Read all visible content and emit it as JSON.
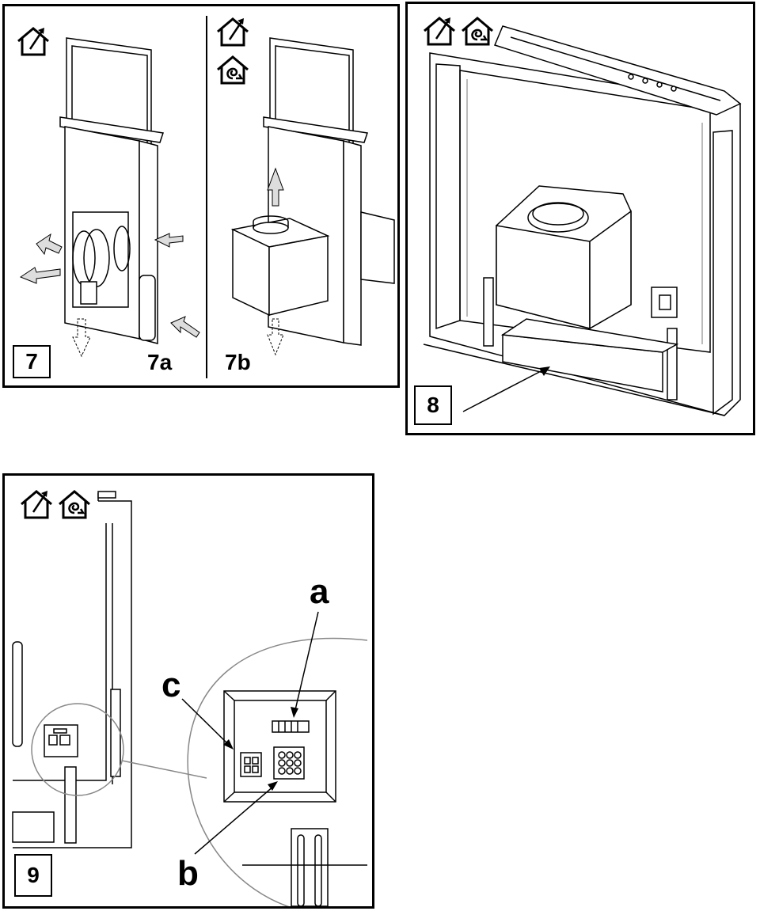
{
  "figures": {
    "fig7": {
      "number": "7",
      "sub_a": "7a",
      "sub_b": "7b"
    },
    "fig8": {
      "number": "8"
    },
    "fig9": {
      "number": "9",
      "label_a": "a",
      "label_b": "b",
      "label_c": "c"
    }
  },
  "icons": {
    "ducted": "ducted-extraction-icon",
    "recirculating": "recirculating-icon"
  },
  "colors": {
    "line": "#000000",
    "fill": "#ffffff",
    "arrow_fill": "#cccccc",
    "light_line": "#888888"
  }
}
